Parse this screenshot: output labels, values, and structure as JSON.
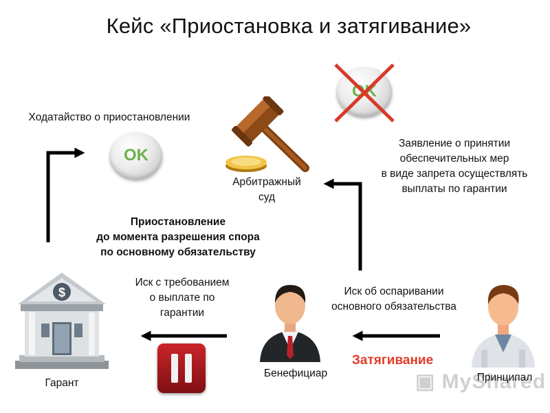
{
  "title": "Кейс «Приостановка и затягивание»",
  "ok_label": "OK",
  "court": {
    "label_line1": "Арбитражный",
    "label_line2": "суд"
  },
  "petition": {
    "text": "Ходатайство о приостановлении"
  },
  "suspension": {
    "line1": "Приостановление",
    "line2": "до момента разрешения спора",
    "line3": "по основному обязательству"
  },
  "application": {
    "line1": "Заявление о принятии",
    "line2": "обеспечительных мер",
    "line3": "в виде запрета осуществлять",
    "line4": "выплаты по гарантии"
  },
  "claim_payment": {
    "line1": "Иск с требованием",
    "line2": "о выплате по",
    "line3": "гарантии"
  },
  "claim_dispute": {
    "line1": "Иск об оспаривании",
    "line2": "основного обязательства"
  },
  "delay_label": "Затягивание",
  "parties": {
    "guarantor": "Гарант",
    "beneficiary": "Бенефициар",
    "principal": "Принципал"
  },
  "colors": {
    "ok_green": "#6ab24a",
    "cross_red": "#d83a2a",
    "delay_red": "#e23c2b",
    "pause_red": "#b01c20"
  },
  "icons": [
    "gavel-icon",
    "bank-building-icon",
    "beneficiary-person-icon",
    "principal-person-icon",
    "pause-icon",
    "cross-icon"
  ]
}
